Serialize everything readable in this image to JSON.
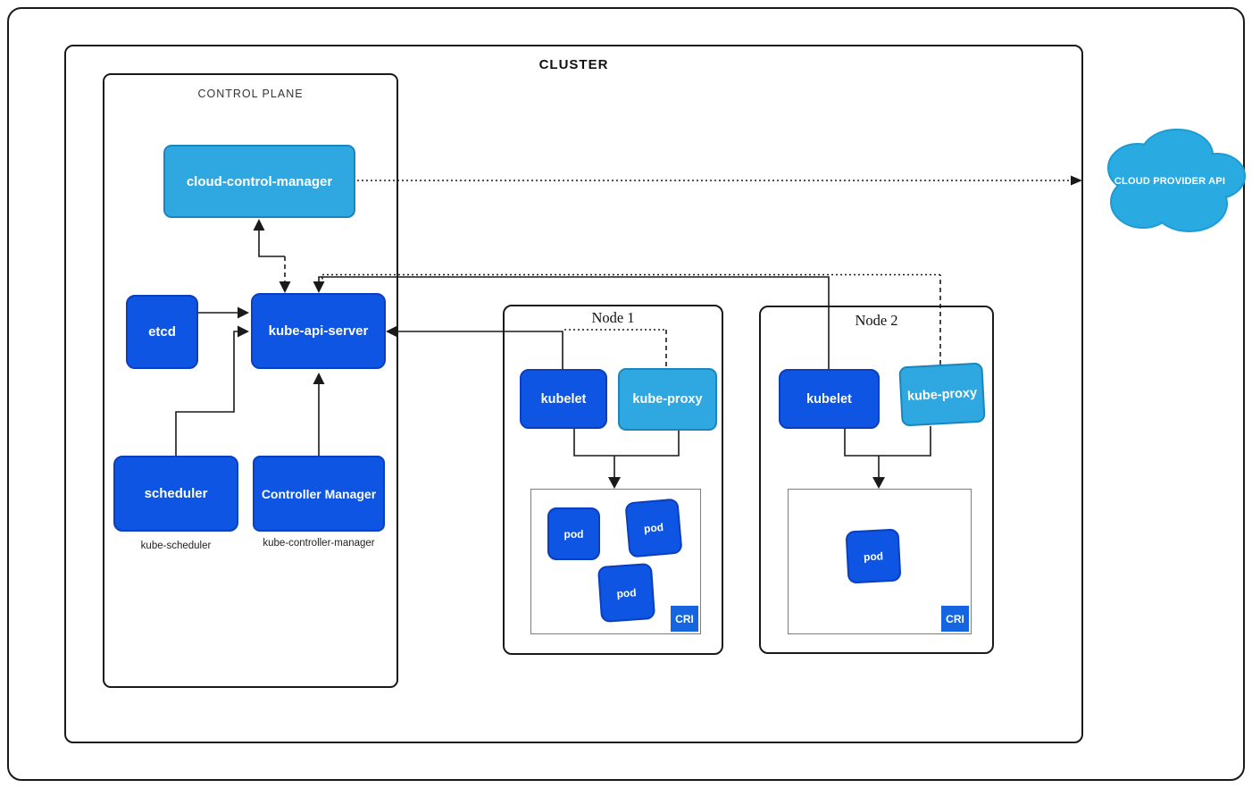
{
  "cluster": {
    "title": "CLUSTER"
  },
  "control_plane": {
    "title": "CONTROL PLANE",
    "cloud_control_manager_label": "cloud-control-manager",
    "etcd_label": "etcd",
    "kube_api_server_label": "kube-api-server",
    "scheduler_label": "scheduler",
    "scheduler_caption": "kube-scheduler",
    "controller_manager_label": "Controller Manager",
    "controller_manager_caption": "kube-controller-manager"
  },
  "nodes": [
    {
      "title": "Node 1",
      "kubelet_label": "kubelet",
      "kube_proxy_label": "kube-proxy",
      "pods": [
        "pod",
        "pod",
        "pod"
      ],
      "cri_label": "CRI"
    },
    {
      "title": "Node 2",
      "kubelet_label": "kubelet",
      "kube_proxy_label": "kube-proxy",
      "pods": [
        "pod"
      ],
      "cri_label": "CRI"
    }
  ],
  "external": {
    "cloud_provider_api_label": "CLOUD PROVIDER API"
  },
  "colors": {
    "primary_blue": "#0d55e2",
    "primary_blue_border": "#0a3fc0",
    "light_blue": "#2fa7e0",
    "light_blue_border": "#1b86bd",
    "cloud_blue": "#29abe2",
    "cloud_blue_border": "#1e9ad5",
    "cri_blue": "#1565e0",
    "line_black": "#1a1a1a",
    "container_gray": "#7d7d7d"
  }
}
